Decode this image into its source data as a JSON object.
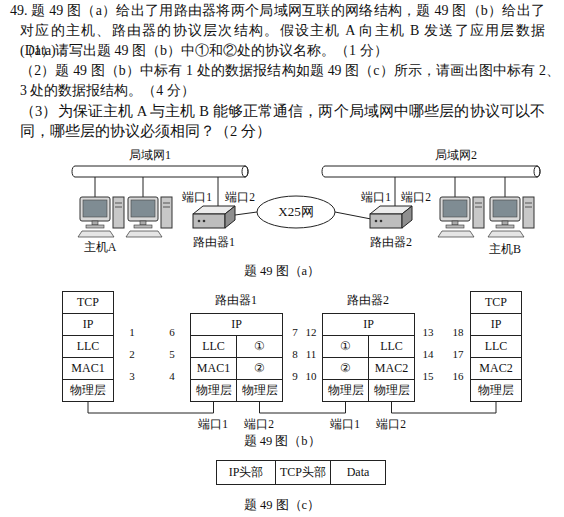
{
  "diagram": {
    "nodes": [
      {
        "text": [
          "X25网"
        ]
      },
      {
        "text": [
          "TCP"
        ]
      },
      {
        "text": [
          "IP"
        ]
      },
      {
        "text": [
          "LLC"
        ]
      },
      {
        "text": [
          "MAC1"
        ]
      },
      {
        "text": [
          "物理层"
        ]
      },
      {
        "text": [
          "IP"
        ]
      },
      {
        "text": [
          "LLC"
        ]
      },
      {
        "text": [
          "①"
        ]
      },
      {
        "text": [
          "MAC1"
        ]
      },
      {
        "text": [
          "②"
        ]
      },
      {
        "text": [
          "物理层"
        ]
      },
      {
        "text": [
          "物理层"
        ]
      },
      {
        "text": [
          "IP"
        ]
      },
      {
        "text": [
          "①"
        ]
      },
      {
        "text": [
          "LLC"
        ]
      },
      {
        "text": [
          "②"
        ]
      },
      {
        "text": [
          "MAC2"
        ]
      },
      {
        "text": [
          "物理层"
        ]
      },
      {
        "text": [
          "物理层"
        ]
      },
      {
        "text": [
          "TCP"
        ]
      },
      {
        "text": [
          "IP"
        ]
      },
      {
        "text": [
          "LLC"
        ]
      },
      {
        "text": [
          "MAC2"
        ]
      },
      {
        "text": [
          "物理层"
        ]
      },
      {
        "text": [
          "IP头部"
        ]
      },
      {
        "text": [
          "TCP头部"
        ]
      },
      {
        "text": [
          "Data"
        ]
      }
    ],
    "edges": [
      {
        "from": 5,
        "to": 11,
        "arrow": "none"
      },
      {
        "from": 12,
        "to": 18,
        "arrow": "none"
      },
      {
        "from": 19,
        "to": 24,
        "arrow": "none"
      }
    ],
    "labels": [
      "49. 题 49 图（a）给出了用路由器将两个局域网互联的网络结构，题 49 图（b）给出了对应的主机、路由器的协议层次结构。假设主机 A 向主机 B 发送了应用层数据(Data)：",
      "（1）请写出题 49 图（b）中①和②处的协议名称。（1 分）",
      "（2）题 49 图（b）中标有 1 处的数据报结构如题 49 图（c）所示，请画出图中标有 2、3 处的数据报结构。（4 分）",
      "（3）为保证主机 A 与主机 B 能够正常通信，两个局域网中哪些层的协议可以不同，哪些层的协议必须相同？（2 分）",
      "局域网1",
      "局域网2",
      "端口1",
      "端口2",
      "端口1",
      "端口2",
      "主机A",
      "路由器1",
      "路由器2",
      "主机B",
      "题 49 图（a）",
      "路由器1",
      "路由器2",
      "1",
      "2",
      "3",
      "4",
      "5",
      "6",
      "7",
      "8",
      "9",
      "10",
      "11",
      "12",
      "13",
      "14",
      "15",
      "16",
      "17",
      "18",
      "端口1",
      "端口2",
      "端口1",
      "端口2",
      "题 49 图（b）",
      "题 49 图（c）"
    ]
  }
}
